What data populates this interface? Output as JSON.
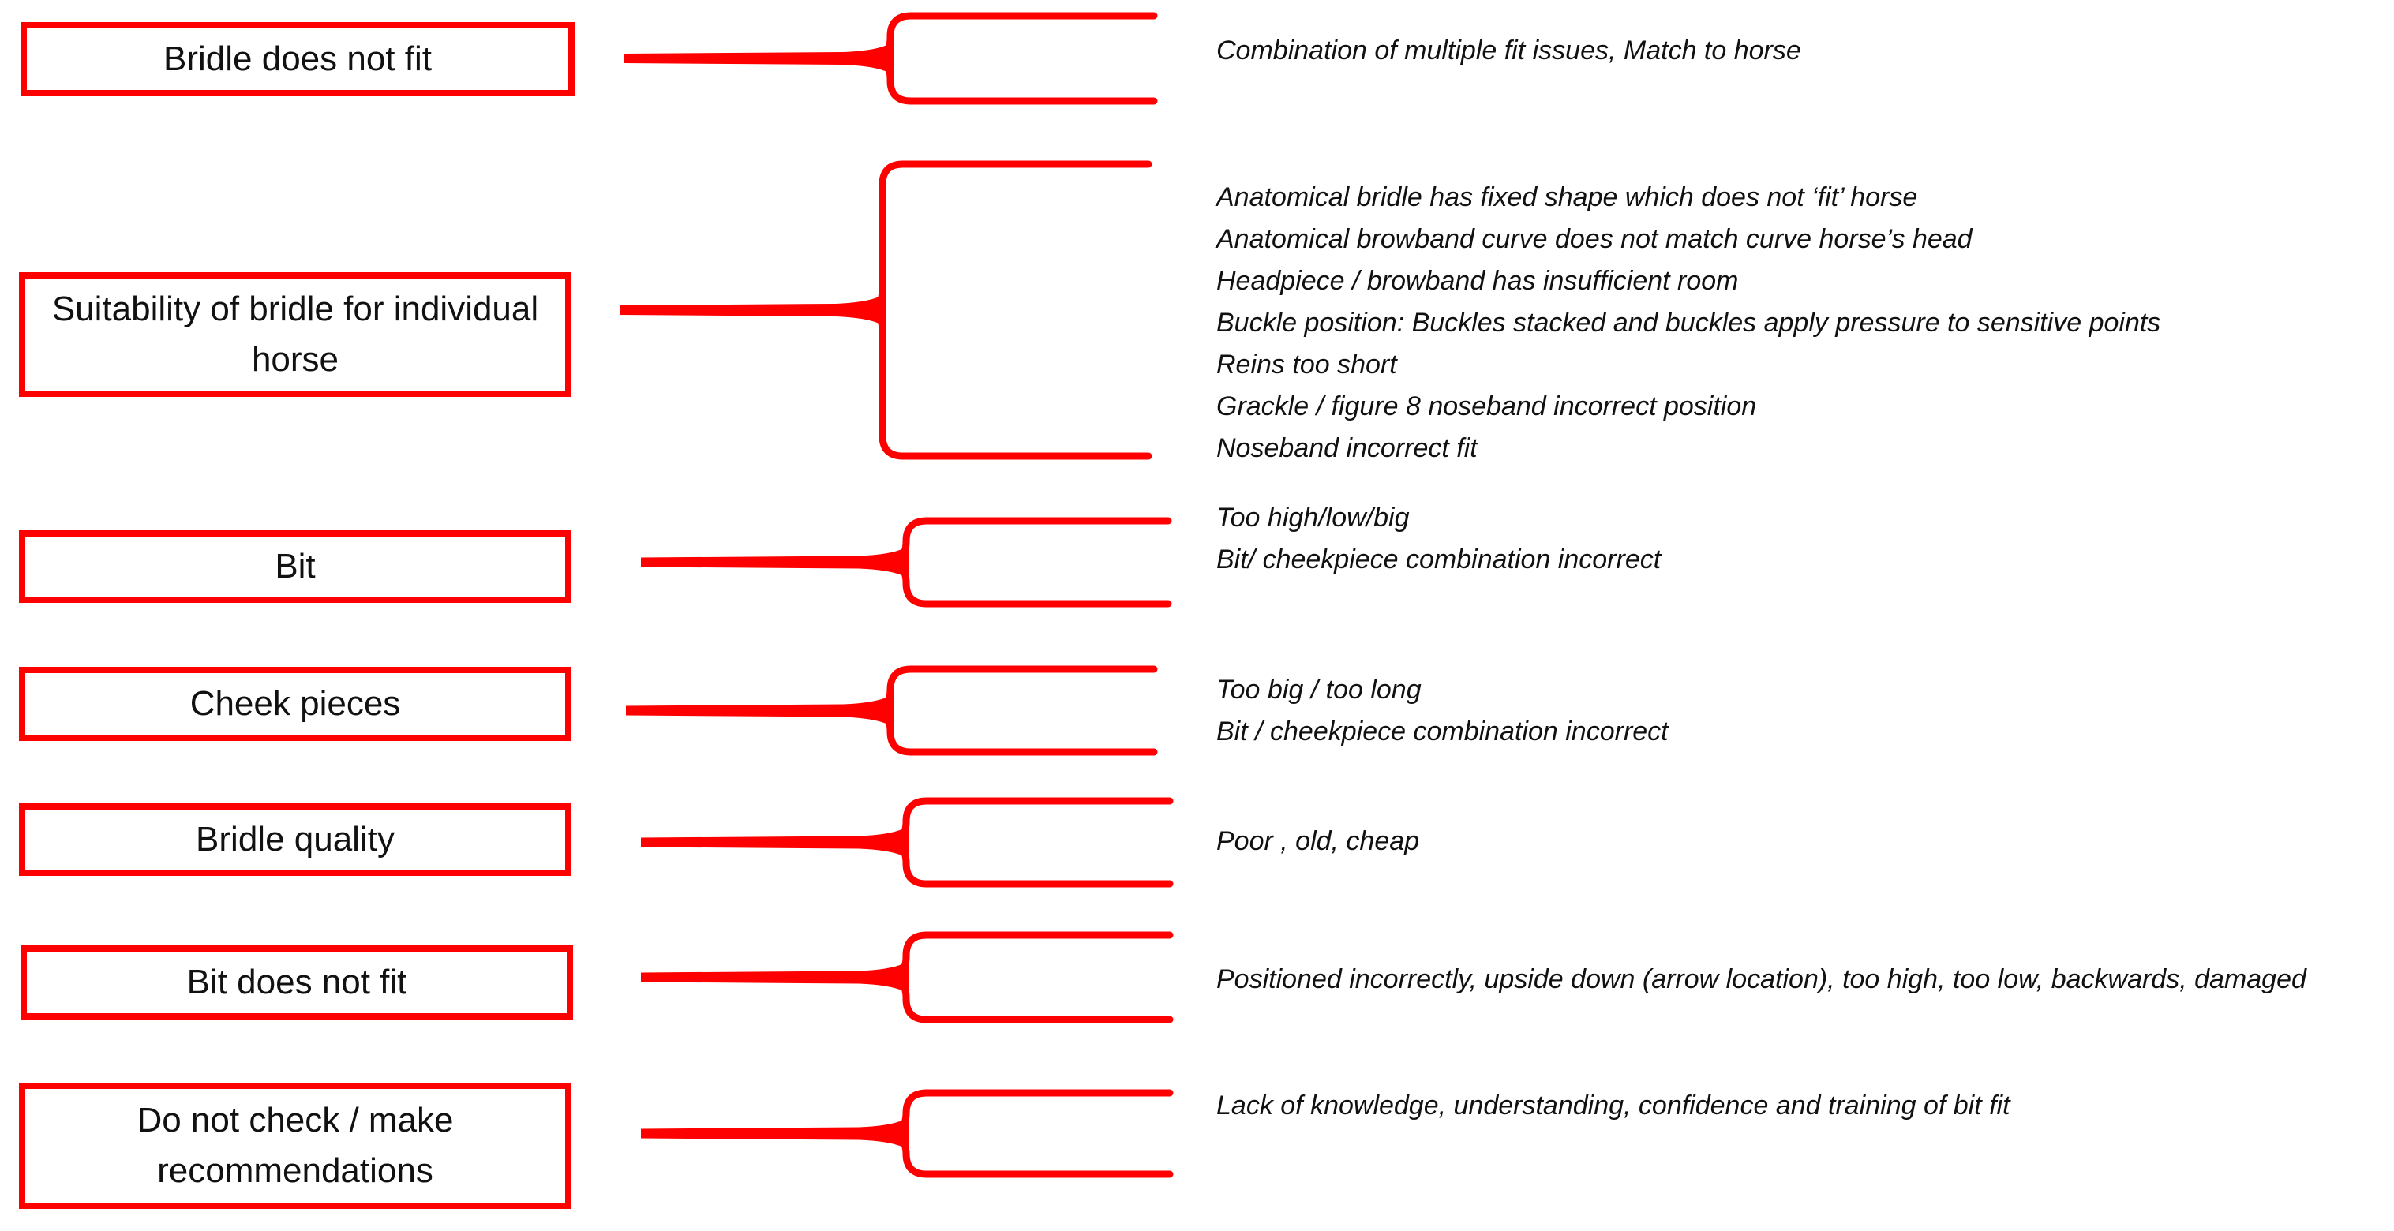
{
  "colors": {
    "accent": "#fe0000",
    "text": "#111111",
    "background": "#ffffff"
  },
  "groups": [
    {
      "label": "Bridle does not fit",
      "items": [
        "Combination of multiple fit issues, Match to horse"
      ]
    },
    {
      "label": "Suitability of bridle for individual horse",
      "items": [
        "Anatomical bridle has fixed shape which does not ‘fit’ horse",
        "Anatomical browband curve does not match curve horse’s head",
        "Headpiece / browband has insufficient room",
        "Buckle position: Buckles stacked and buckles apply pressure to sensitive points",
        "Reins too short",
        "Grackle / figure 8 noseband incorrect position",
        "Noseband incorrect fit"
      ]
    },
    {
      "label": "Bit",
      "items": [
        "Too high/low/big",
        "Bit/ cheekpiece combination incorrect"
      ]
    },
    {
      "label": "Cheek pieces",
      "items": [
        "Too big / too long",
        "Bit / cheekpiece combination incorrect"
      ]
    },
    {
      "label": "Bridle quality",
      "items": [
        "Poor , old, cheap"
      ]
    },
    {
      "label": "Bit does not fit",
      "items": [
        "Positioned incorrectly, upside down (arrow location), too high, too low, backwards, damaged"
      ]
    },
    {
      "label": "Do not check / make recommendations",
      "items": [
        "Lack of knowledge, understanding, confidence and training of bit fit"
      ]
    }
  ]
}
